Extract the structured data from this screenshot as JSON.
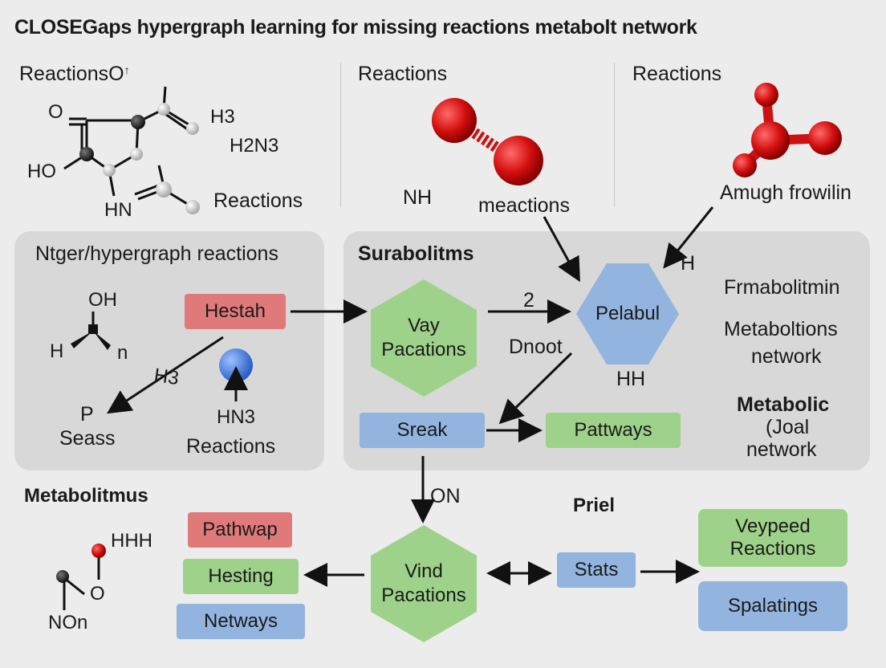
{
  "title": "CLOSEGaps hypergraph learning for missing reactions metabolt network",
  "top": {
    "left_label": "ReactionsO",
    "left_label_sup": "↑",
    "o_label": "O",
    "ho_label": "HO",
    "hn_label": "HN",
    "h3_label": "H3",
    "h2n3_label": "H2N3",
    "reactions_1": "Reactions",
    "mid_heading": "Reactions",
    "nh_label": "NH",
    "meactions": "meactions",
    "right_heading": "Reactions",
    "amugh": "Amugh frowilin"
  },
  "left_panel": {
    "heading": "Ntger/hypergraph reactions",
    "oh": "OH",
    "h": "H",
    "n": "n",
    "hestah": "Hestah",
    "h3": "H3",
    "p": "P",
    "seass": "Seass",
    "hn3": "HN3",
    "reactions": "Reactions"
  },
  "right_panel": {
    "heading": "Surabolitms",
    "vay_line1": "Vay",
    "vay_line2": "Pacations",
    "two": "2",
    "pelabul": "Pelabul",
    "h": "H",
    "dnoot": "Dnoot",
    "hh": "HH",
    "sreak": "Sreak",
    "pattways": "Pattways",
    "frmabolitmin": "Frmabolitmin",
    "metaboltions": "Metaboltions",
    "network_1": "network",
    "metabolic": "Metabolic",
    "joal": "(Joal",
    "network_2": "network"
  },
  "bottom": {
    "metabolitmus": "Metabolitmus",
    "hhh": "HHH",
    "o": "O",
    "non": "NOn",
    "pathwap": "Pathwap",
    "hesting": "Hesting",
    "netways": "Netways",
    "on": "ON",
    "vind_line1": "Vind",
    "vind_line2": "Pacations",
    "priel": "Priel",
    "stats": "Stats",
    "veypeed_line1": "Veypeed",
    "veypeed_line2": "Reactions",
    "spalatings": "Spalatings"
  },
  "colors": {
    "background": "#ececec",
    "panel": "#d8d8d8",
    "red_box": "#e07a7a",
    "green_box": "#9ed28a",
    "blue_box": "#92b4df",
    "green_hex": "#9ed28a",
    "blue_hex": "#92b4df",
    "red_atom": "#cc1111"
  }
}
